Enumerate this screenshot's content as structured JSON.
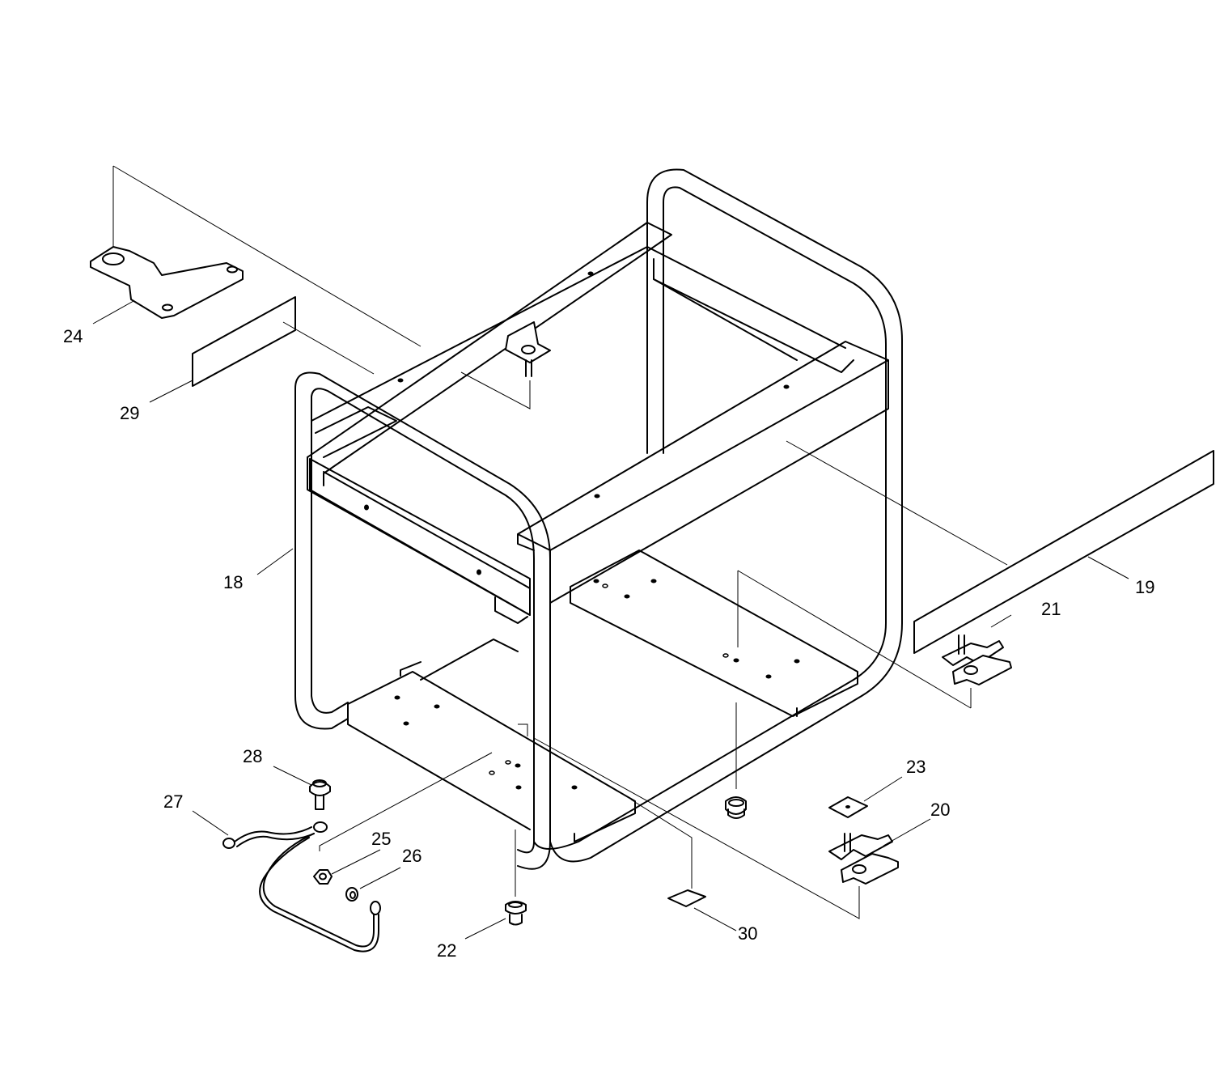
{
  "part_labels": {
    "p18": "18",
    "p19": "19",
    "p20": "20",
    "p21": "21",
    "p22": "22",
    "p23": "23",
    "p24": "24",
    "p25": "25",
    "p26": "26",
    "p27": "27",
    "p28": "28",
    "p29": "29",
    "p30": "30"
  },
  "colors": {
    "line": "#000000",
    "background": "#ffffff"
  }
}
